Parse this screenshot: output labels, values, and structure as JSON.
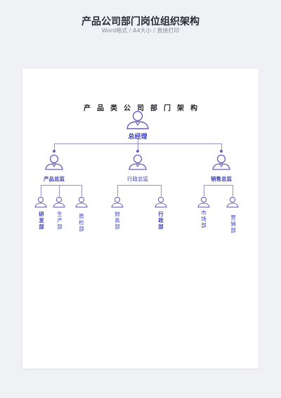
{
  "header": {
    "title": "产品公司部门岗位组织架构",
    "subtitle": "Word格式 / A4大小 / 直接打印"
  },
  "chart": {
    "title": "产品类公司部门架构",
    "root": "总经理",
    "directors": [
      "产品总监",
      "行政总监",
      "销售总监"
    ],
    "product_departments": [
      "研发部",
      "生产部",
      "质检部"
    ],
    "admin_departments": [
      "财务部",
      "行政部"
    ],
    "sales_departments": [
      "市场部",
      "营销部"
    ]
  },
  "colors": {
    "line": "#9a8fc6",
    "label": "#3a3ec0",
    "icon": "#6b5fb8"
  }
}
